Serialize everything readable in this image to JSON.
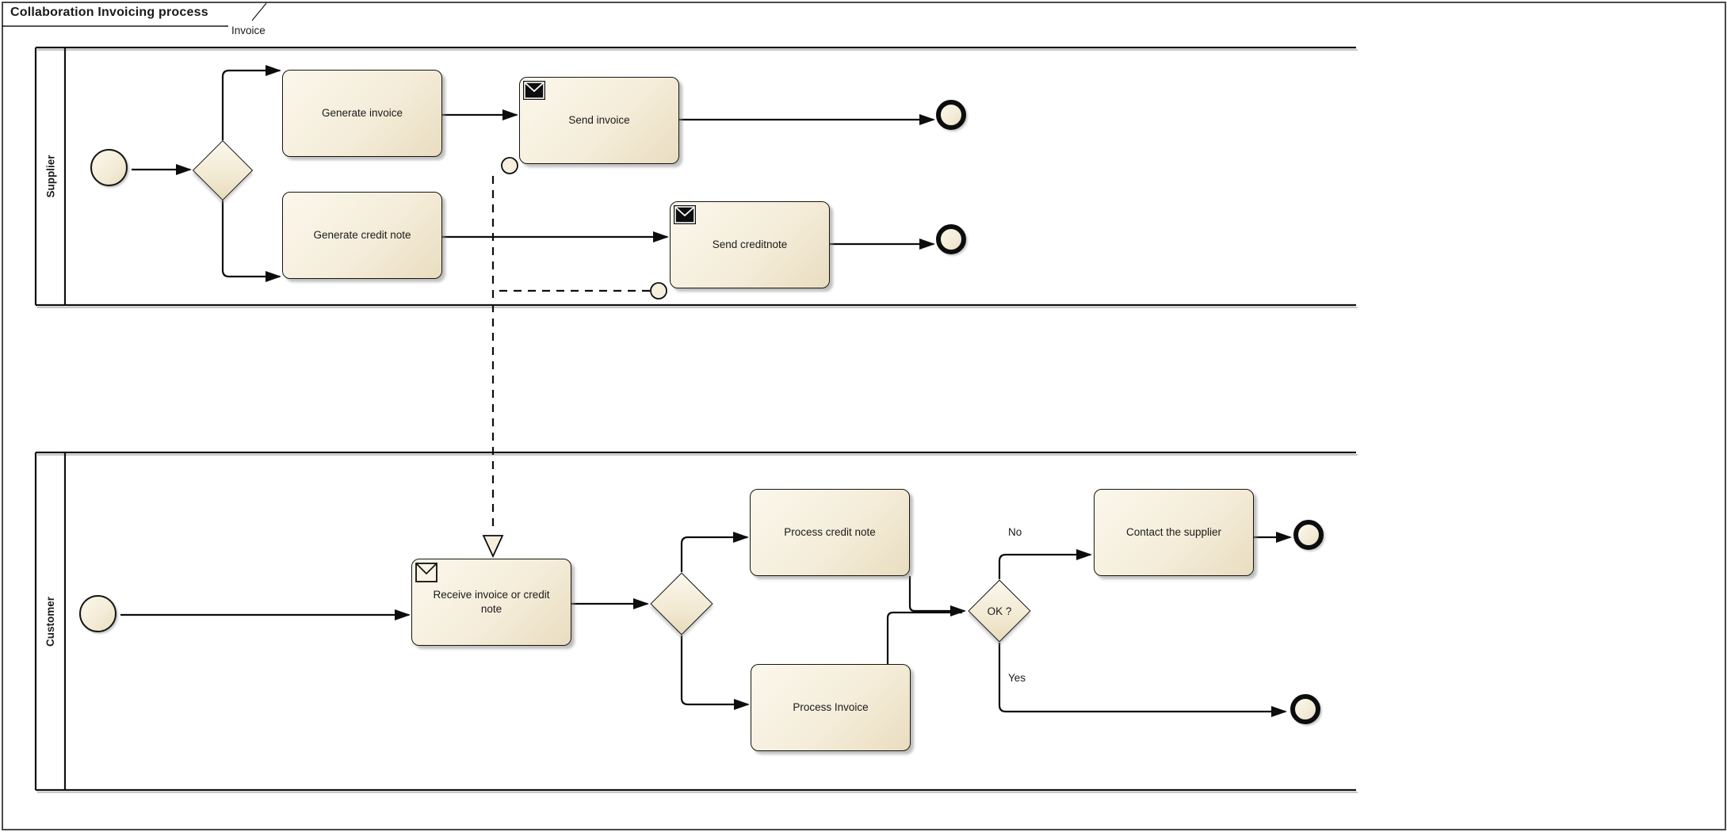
{
  "diagram": {
    "title": "Collaboration Invoicing process",
    "frame_label": "Invoice"
  },
  "lanes": {
    "supplier": {
      "label": "Supplier"
    },
    "customer": {
      "label": "Customer"
    }
  },
  "nodes": {
    "generate_invoice": {
      "label": "Generate invoice"
    },
    "send_invoice": {
      "label": "Send invoice",
      "icon": "message-send-icon"
    },
    "generate_credit_note": {
      "label": "Generate credit note"
    },
    "send_creditnote": {
      "label": "Send creditnote",
      "icon": "message-send-icon"
    },
    "receive_invoice_or_credit_note": {
      "label": "Receive invoice or credit note",
      "icon": "message-receive-icon"
    },
    "process_credit_note": {
      "label": "Process credit note"
    },
    "process_invoice": {
      "label": "Process Invoice"
    },
    "contact_the_supplier": {
      "label": "Contact the supplier"
    },
    "ok_gateway": {
      "label": "OK ?"
    }
  },
  "flow_labels": {
    "no": "No",
    "yes": "Yes"
  },
  "colors": {
    "node_fill_light": "#fbf7ec",
    "node_fill_dark": "#e9ddc0",
    "stroke": "#15150f",
    "frame_border": "#4a4a4a",
    "shadow": "#9a9a9a"
  }
}
